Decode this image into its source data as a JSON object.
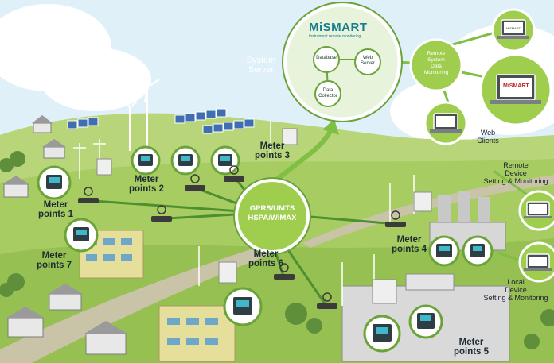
{
  "brand": {
    "name": "MiSMART",
    "tagline": "Instrument remote monitoring"
  },
  "server": {
    "label": "System\nServer",
    "nodes": {
      "database": "Database",
      "web_server": "Web\nServer",
      "data_collector": "Data\nCollector"
    }
  },
  "hub": {
    "label": "GPRS/UMTS\nHSPA/WiMAX"
  },
  "remote": {
    "data_monitoring": "Remote\nSystem\nData\nMonitoring",
    "web_clients": "Web\nClients",
    "remote_device": "Remote\nDevice\nSetting & Monitoring",
    "local_device": "Local\nDevice\nSetting & Monitoring",
    "laptop_brand": "MiSMART",
    "small_laptop_text": "MiSMART"
  },
  "meter_points": {
    "mp1": "Meter\npoints 1",
    "mp2": "Meter\npoints 2",
    "mp3": "Meter\npoints 3",
    "mp4": "Meter\npoints 4",
    "mp5": "Meter\npoints 5",
    "mp6": "Meter\npoints 6",
    "mp7": "Meter\npoints 7"
  },
  "colors": {
    "sky": "#dff0f9",
    "hill_light": "#b8d57a",
    "hill_dark": "#8fbd4e",
    "accent_green": "#6aa338",
    "link": "#4e8f2e"
  }
}
